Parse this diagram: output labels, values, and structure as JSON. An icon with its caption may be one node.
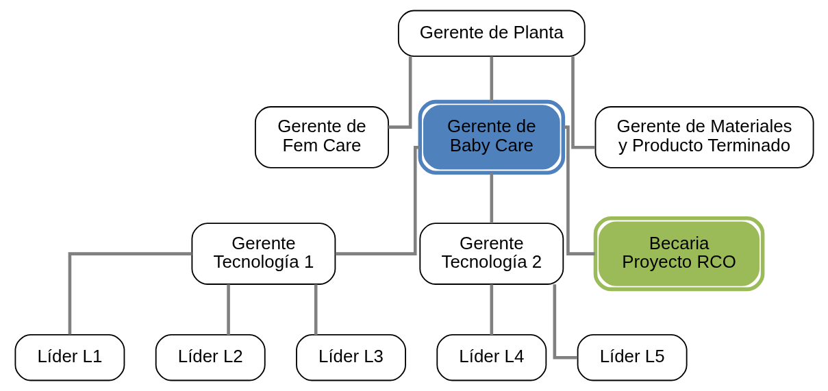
{
  "diagram": {
    "nodes": [
      {
        "text": [
          "Gerente de Planta"
        ]
      },
      {
        "text": [
          "Gerente de Fem Care"
        ]
      },
      {
        "text": [
          "Gerente de Baby Care"
        ]
      },
      {
        "text": [
          "Gerente de Materiales y Producto Terminado"
        ]
      },
      {
        "text": [
          "Gerente Tecnología 1"
        ]
      },
      {
        "text": [
          "Gerente Tecnología 2"
        ]
      },
      {
        "text": [
          "Becaria Proyecto RCO"
        ]
      },
      {
        "text": [
          "Líder L1"
        ]
      },
      {
        "text": [
          "Líder L2"
        ]
      },
      {
        "text": [
          "Líder L3"
        ]
      },
      {
        "text": [
          "Líder L4"
        ]
      },
      {
        "text": [
          "Líder L5"
        ]
      }
    ],
    "edges": [
      {
        "from": 0,
        "to": 1,
        "arrow": "none"
      },
      {
        "from": 0,
        "to": 2,
        "arrow": "none"
      },
      {
        "from": 0,
        "to": 3,
        "arrow": "none"
      },
      {
        "from": 2,
        "to": 4,
        "arrow": "none"
      },
      {
        "from": 2,
        "to": 5,
        "arrow": "none"
      },
      {
        "from": 2,
        "to": 6,
        "arrow": "none"
      },
      {
        "from": 4,
        "to": 7,
        "arrow": "none"
      },
      {
        "from": 4,
        "to": 8,
        "arrow": "none"
      },
      {
        "from": 4,
        "to": 9,
        "arrow": "none"
      },
      {
        "from": 5,
        "to": 10,
        "arrow": "none"
      },
      {
        "from": 5,
        "to": 11,
        "arrow": "none"
      }
    ]
  }
}
